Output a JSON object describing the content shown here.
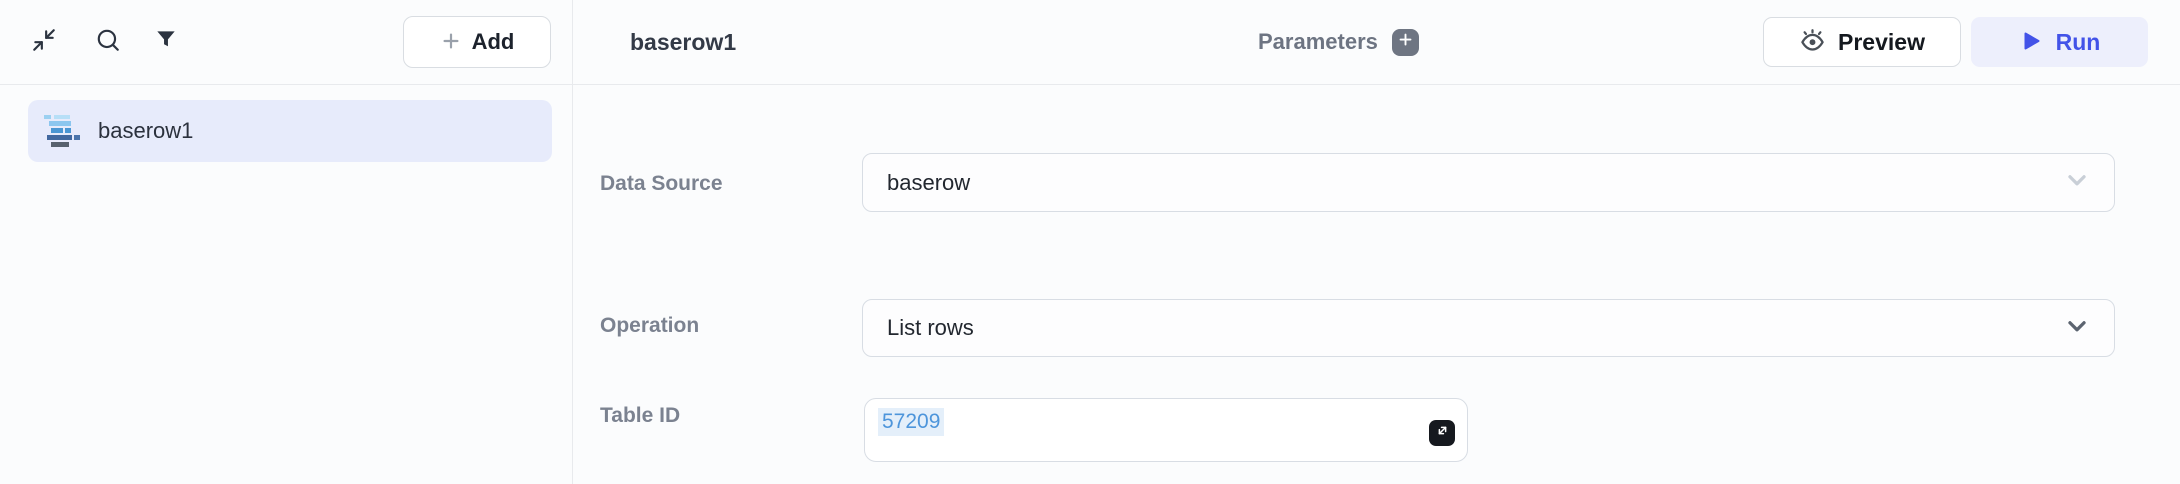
{
  "colors": {
    "accent": "#4353e8",
    "run_button_bg": "#edeffc",
    "selected_item_bg": "#e7ebfb",
    "token_text": "#4d95db",
    "token_bg": "#e4effa",
    "label_gray": "#7b8290",
    "input_border": "#d8dde4",
    "divider": "#e8eaed",
    "background": "#fbfcfd"
  },
  "sidebar": {
    "toolbar": {
      "icons": [
        "collapse-icon",
        "search-icon",
        "filter-icon"
      ],
      "add_button": "Add"
    },
    "items": [
      {
        "label": "baserow1",
        "icon": "baserow-icon",
        "selected": true
      }
    ]
  },
  "header": {
    "title": "baserow1",
    "parameters": {
      "label": "Parameters",
      "add_icon": "plus-icon"
    },
    "preview_button": "Preview",
    "run_button": "Run"
  },
  "form": {
    "fields": [
      {
        "label": "Data Source",
        "control": "select",
        "value": "baserow",
        "enabled": false
      },
      {
        "label": "Operation",
        "control": "select",
        "value": "List rows",
        "enabled": true
      },
      {
        "label": "Table ID",
        "control": "code-editor",
        "value": "57209",
        "expand_icon": "expand-icon"
      }
    ]
  }
}
